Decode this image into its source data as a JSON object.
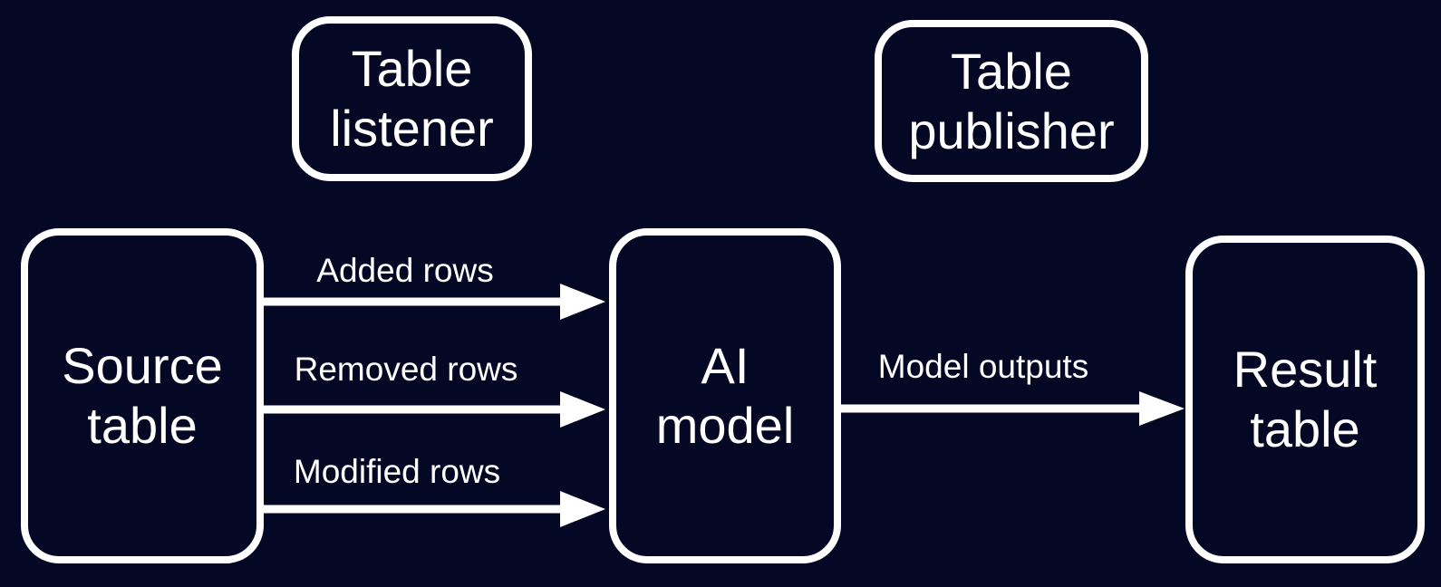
{
  "diagram": {
    "colors": {
      "background": "#050824",
      "stroke": "#ffffff",
      "text": "#ffffff"
    },
    "nodes": {
      "table_listener": {
        "label": "Table listener",
        "lines": [
          "Table",
          "listener"
        ]
      },
      "table_publisher": {
        "label": "Table publisher",
        "lines": [
          "Table",
          "publisher"
        ]
      },
      "source_table": {
        "label": "Source table",
        "lines": [
          "Source",
          "table"
        ]
      },
      "ai_model": {
        "label": "AI model",
        "lines": [
          "AI",
          "model"
        ]
      },
      "result_table": {
        "label": "Result table",
        "lines": [
          "Result",
          "table"
        ]
      }
    },
    "edges": {
      "added_rows": {
        "label": "Added rows",
        "from": "source_table",
        "to": "ai_model"
      },
      "removed_rows": {
        "label": "Removed rows",
        "from": "source_table",
        "to": "ai_model"
      },
      "modified_rows": {
        "label": "Modified rows",
        "from": "source_table",
        "to": "ai_model"
      },
      "model_outputs": {
        "label": "Model outputs",
        "from": "ai_model",
        "to": "result_table"
      }
    }
  }
}
